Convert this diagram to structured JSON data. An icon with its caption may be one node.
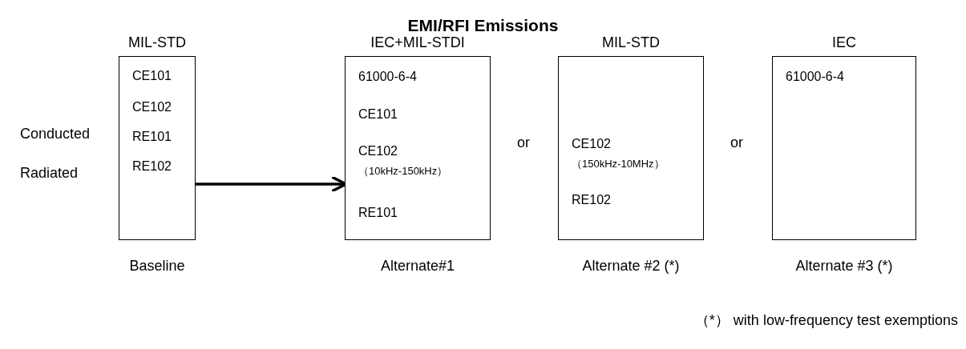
{
  "diagram": {
    "title": "EMI/RFI Emissions",
    "nodes": [
      {
        "text": [
          "MIL-STD",
          "CE101",
          "CE102",
          "RE101",
          "RE102"
        ],
        "beside": [
          "Baseline"
        ]
      },
      {
        "text": [
          "IEC+MIL-STDI",
          "61000-6-4",
          "CE101",
          "CE102",
          "（10kHz-150kHz）",
          "RE101"
        ],
        "beside": [
          "Alternate#1"
        ]
      },
      {
        "text": [
          "MIL-STD",
          "CE102",
          "（150kHz-10MHz）",
          "RE102"
        ],
        "beside": [
          "Alternate #2 (*)"
        ]
      },
      {
        "text": [
          "IEC",
          "61000-6-4"
        ],
        "beside": [
          "Alternate #3 (*)"
        ]
      }
    ],
    "edges": [
      {
        "from": 0,
        "to": 1,
        "arrow": "to"
      }
    ],
    "labels": [
      "Conducted",
      "Radiated",
      "or",
      "or",
      "（*） with low-frequency test exemptions"
    ]
  }
}
